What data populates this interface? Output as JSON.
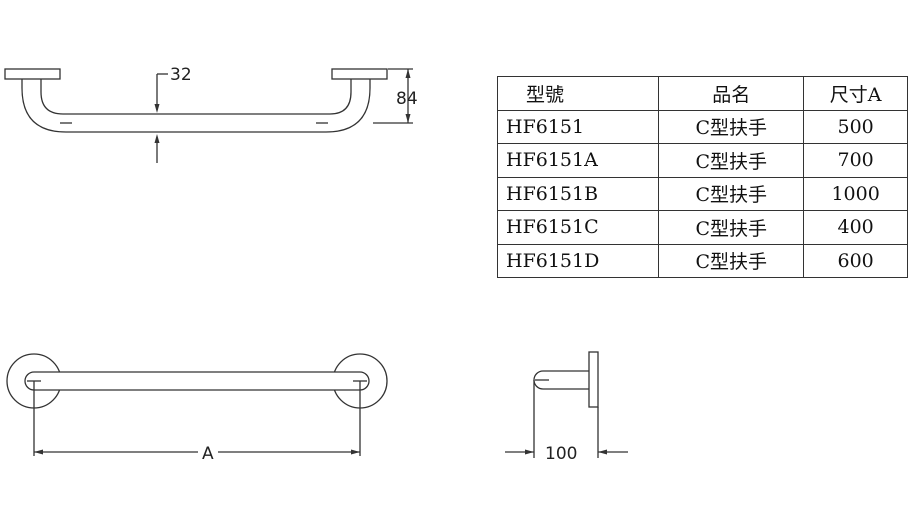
{
  "dimensions": {
    "pipe_diameter": "32",
    "height": "84",
    "length": "A",
    "depth": "100"
  },
  "spec_table": {
    "headers": [
      "型號",
      "品名",
      "尺寸A"
    ],
    "rows": [
      [
        "HF6151",
        "C型扶手",
        "500"
      ],
      [
        "HF6151A",
        "C型扶手",
        "700"
      ],
      [
        "HF6151B",
        "C型扶手",
        "1000"
      ],
      [
        "HF6151C",
        "C型扶手",
        "400"
      ],
      [
        "HF6151D",
        "C型扶手",
        "600"
      ]
    ]
  }
}
